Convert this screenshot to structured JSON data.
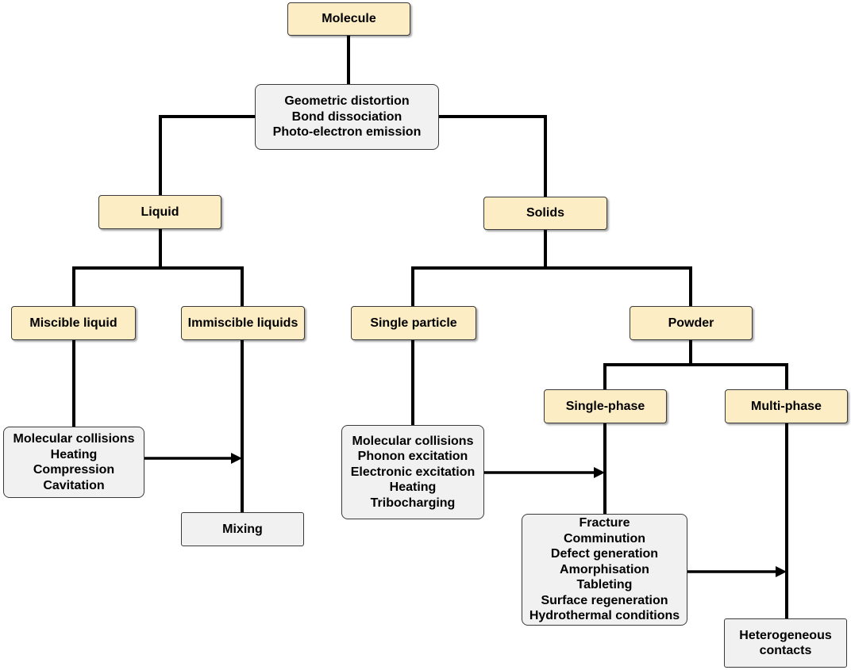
{
  "diagram": {
    "colors": {
      "category_fill": "#fdedc4",
      "process_fill": "#f1f1f1",
      "line": "#000000"
    },
    "molecule": "Molecule",
    "molecule_effects": [
      "Geometric distortion",
      "Bond dissociation",
      "Photo-electron emission"
    ],
    "liquid": "Liquid",
    "solids": "Solids",
    "miscible": "Miscible liquid",
    "immiscible": "Immiscible liquids",
    "single_particle": "Single particle",
    "powder": "Powder",
    "single_phase": "Single-phase",
    "multi_phase": "Multi-phase",
    "liquid_effects": [
      "Molecular collisions",
      "Heating",
      "Compression",
      "Cavitation"
    ],
    "mixing": "Mixing",
    "particle_effects": [
      "Molecular collisions",
      "Phonon excitation",
      "Electronic excitation",
      "Heating",
      "Tribocharging"
    ],
    "powder_effects": [
      "Fracture",
      "Comminution",
      "Defect generation",
      "Amorphisation",
      "Tableting",
      "Surface regeneration",
      "Hydrothermal conditions"
    ],
    "multiphase_effects": [
      "Heterogeneous",
      "contacts"
    ]
  }
}
